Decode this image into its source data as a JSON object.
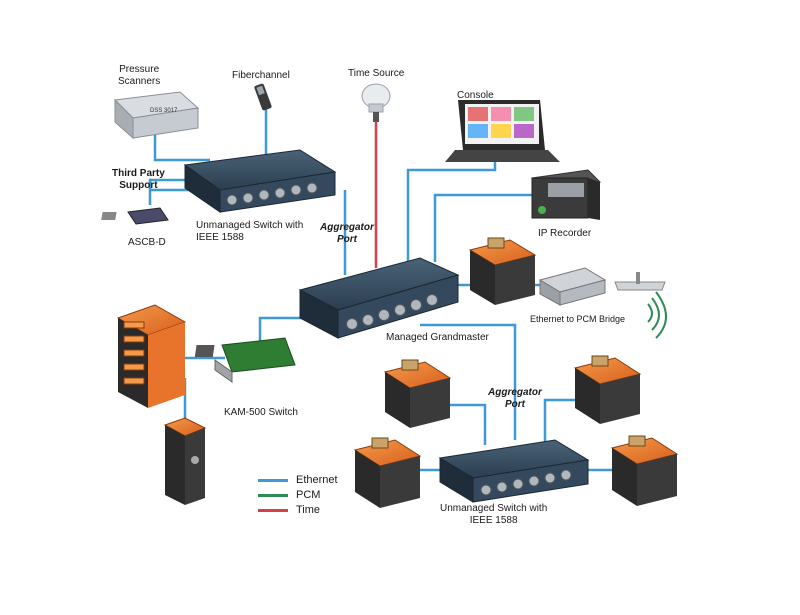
{
  "labels": {
    "pressure_scanners": "Pressure\nScanners",
    "fiberchannel": "Fiberchannel",
    "time_source": "Time Source",
    "console": "Console",
    "third_party": "Third Party\nSupport",
    "unmanaged_switch_top": "Unmanaged Switch with\nIEEE 1588",
    "ascb": "ASCB-D",
    "aggregator_top": "Aggregator\nPort",
    "ip_recorder": "IP Recorder",
    "ethernet_pcm_bridge": "Ethernet to PCM Bridge",
    "managed_grandmaster": "Managed Grandmaster",
    "kam500_switch": "KAM-500 Switch",
    "aggregator_bottom": "Aggregator\nPort",
    "unmanaged_switch_bottom": "Unmanaged Switch with\nIEEE 1588",
    "scanner_plate": "DSS 3017"
  },
  "legend": [
    {
      "name": "Ethernet",
      "color": "#3d9ad6"
    },
    {
      "name": "PCM",
      "color": "#2e8b57"
    },
    {
      "name": "Time",
      "color": "#d6404a"
    }
  ],
  "colors": {
    "ethernet": "#3d9ad6",
    "pcm": "#2e8b57",
    "time": "#d6404a",
    "switch_body": "#2c3e50",
    "module_orange": "#e8732a",
    "module_dark": "#2a2a2a"
  }
}
